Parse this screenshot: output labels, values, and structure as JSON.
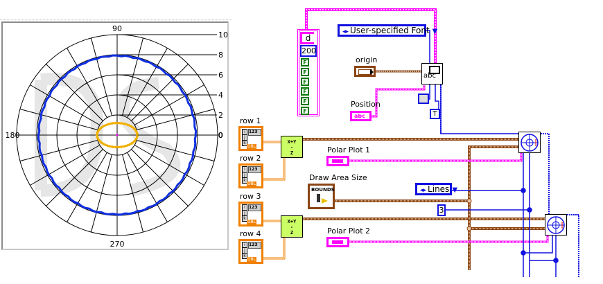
{
  "front_panel": {
    "polar_plot": {
      "angle_labels": [
        "90",
        "180",
        "270",
        "0"
      ],
      "radius_labels": [
        "10",
        "8",
        "6",
        "4",
        "2",
        "0"
      ],
      "watermark": "DS"
    }
  },
  "block_diagram": {
    "cluster_constant": {
      "string_value": "d",
      "numeric_value": "200",
      "booleans": [
        "F",
        "F",
        "F",
        "F",
        "F",
        "F"
      ]
    },
    "font_ring": {
      "value": "User-specified Font"
    },
    "origin": {
      "label": "origin"
    },
    "position": {
      "label": "Position",
      "type_label": "abc"
    },
    "text_node": {
      "icon": "abc"
    },
    "true_constant": {
      "value": "T"
    },
    "rows": [
      {
        "label": "row 1",
        "type": "DBL",
        "index_labels": [
          "i",
          "j",
          "k"
        ],
        "num": "123"
      },
      {
        "label": "row 2",
        "type": "DBL",
        "index_labels": [
          "i",
          "j",
          "k"
        ],
        "num": "123"
      },
      {
        "label": "row 3",
        "type": "DBL",
        "index_labels": [
          "i",
          "j",
          "k"
        ],
        "num": "123"
      },
      {
        "label": "row 4",
        "type": "DBL",
        "index_labels": [
          "i",
          "j",
          "k"
        ],
        "num": "123"
      }
    ],
    "formula_nodes": [
      {
        "line1": "X+Y",
        "line2": "-",
        "line3": "Z"
      },
      {
        "line1": "X+Y",
        "line2": "-",
        "line3": "Z"
      }
    ],
    "polar_plot_1": {
      "label": "Polar Plot 1"
    },
    "polar_plot_2": {
      "label": "Polar Plot 2"
    },
    "draw_area": {
      "label": "Draw Area Size",
      "icon_text": "BOUNDS"
    },
    "lines_ring": {
      "value": "Lines"
    },
    "numeric_constant": {
      "value": "3"
    }
  },
  "colors": {
    "series_1": "#1030e0",
    "series_2": "#f0b000",
    "string_wire": "#ff00ff",
    "cluster_wire": "#8b4513",
    "int_wire": "#1010e0",
    "dbl_wire": "#f08000",
    "formula_bg": "#ccff66",
    "boolean": "#007700"
  },
  "chart_data": {
    "type": "polar",
    "title": "",
    "angle_ticks_deg": [
      0,
      90,
      180,
      270
    ],
    "angular_grid_step_deg": 15,
    "radial_ticks": [
      0,
      2,
      4,
      6,
      8,
      10
    ],
    "rlim": [
      0,
      10
    ],
    "grid": true,
    "series": [
      {
        "name": "Polar Plot 1",
        "color": "#1030e0",
        "shape": "circle",
        "radius": 7.8,
        "rx": 7.8,
        "ry": 7.9
      },
      {
        "name": "Polar Plot 2",
        "color": "#f0b000",
        "shape": "ellipse",
        "rx": 2.0,
        "ry": 1.2
      }
    ]
  }
}
